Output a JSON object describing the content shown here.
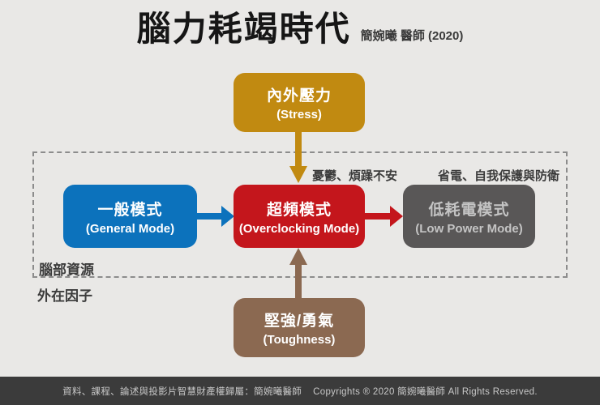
{
  "colors": {
    "background": "#E9E8E6",
    "stress": "#C18A11",
    "general": "#0C72BC",
    "overclocking": "#C4161C",
    "low_power": "#595757",
    "toughness": "#8B6951",
    "footer_bg": "#3B3B3B",
    "dashed_border": "#8C8C8C",
    "title_text": "#161616"
  },
  "header": {
    "title": "腦力耗竭時代",
    "subtitle": "簡婉曦 醫師 (2020)"
  },
  "diagram": {
    "boxes": {
      "stress": {
        "zh": "內外壓力",
        "en": "(Stress)"
      },
      "general": {
        "zh": "一般模式",
        "en": "(General Mode)"
      },
      "overclocking": {
        "zh": "超頻模式",
        "en": "(Overclocking Mode)"
      },
      "low_power": {
        "zh": "低耗電模式",
        "en": "(Low Power Mode)"
      },
      "toughness": {
        "zh": "堅強/勇氣",
        "en": "(Toughness)"
      }
    },
    "annotations": {
      "overclocking_note": "憂鬱、煩躁不安",
      "low_power_note": "省電、自我保護與防衛",
      "region_label": "腦部資源",
      "outside_label": "外在因子"
    }
  },
  "footer": {
    "attribution": "資料、課程、論述與投影片智慧財產權歸屬：簡婉曦醫師",
    "copyright": "Copyrights ® 2020 簡婉曦醫師 All Rights Reserved."
  }
}
